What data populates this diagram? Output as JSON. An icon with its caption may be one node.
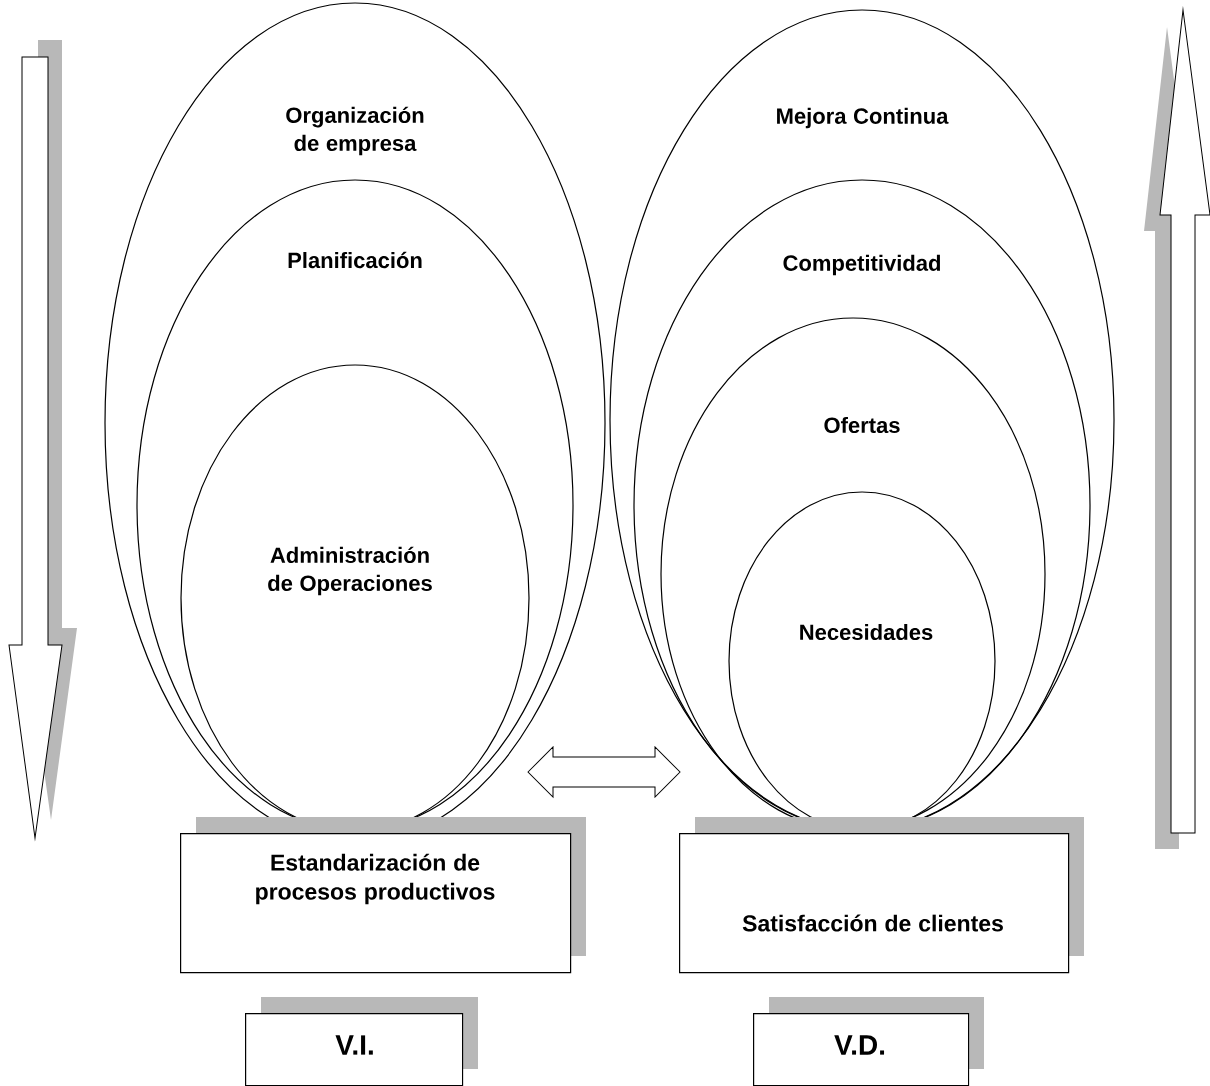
{
  "diagram": {
    "nodes": [
      {
        "text": [
          "Organización de empresa"
        ]
      },
      {
        "text": [
          "Planificación"
        ],
        "in": 0
      },
      {
        "text": [
          "Administración de Operaciones"
        ],
        "in": 1
      },
      {
        "text": [
          "Mejora Continua"
        ]
      },
      {
        "text": [
          "Competitividad"
        ],
        "in": 3
      },
      {
        "text": [
          "Ofertas"
        ],
        "in": 4
      },
      {
        "text": [
          "Necesidades"
        ],
        "in": 5
      },
      {
        "text": [
          "Estandarización de procesos productivos"
        ]
      },
      {
        "text": [
          "Satisfacción de clientes"
        ]
      },
      {
        "text": [
          "V.I."
        ]
      },
      {
        "text": [
          "V.D."
        ]
      }
    ],
    "edges": [
      {
        "from": 0,
        "to": 3,
        "arrow": "both"
      }
    ]
  }
}
